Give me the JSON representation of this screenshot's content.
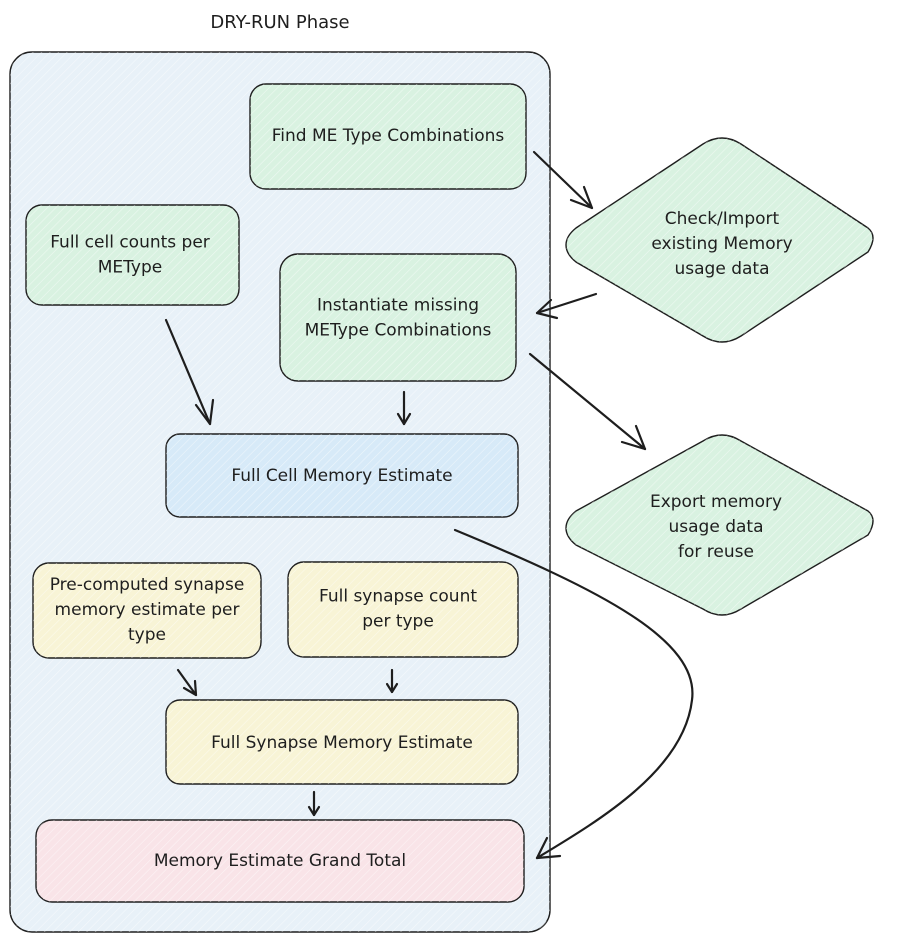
{
  "diagram": {
    "title": "DRY-RUN Phase",
    "colors": {
      "container": "#e8f1f8",
      "green": "#d9f2e1",
      "blue": "#d7eaf8",
      "yellow": "#f8f4d6",
      "pink": "#f9e4e8",
      "stroke": "#1e1e1e"
    },
    "nodes": {
      "find_me": {
        "lines": [
          "Find ME Type Combinations"
        ]
      },
      "check_import": {
        "lines": [
          "Check/Import",
          "existing Memory",
          "usage data"
        ]
      },
      "full_cell_counts": {
        "lines": [
          "Full cell counts per",
          "METype"
        ]
      },
      "instantiate": {
        "lines": [
          "Instantiate missing",
          "METype Combinations"
        ]
      },
      "full_cell_memory": {
        "lines": [
          "Full Cell Memory Estimate"
        ]
      },
      "export": {
        "lines": [
          "Export memory",
          "usage data",
          "for reuse"
        ]
      },
      "precomputed": {
        "lines": [
          "Pre-computed synapse",
          "memory estimate per",
          "type"
        ]
      },
      "synapse_count": {
        "lines": [
          "Full synapse count",
          "per type"
        ]
      },
      "synapse_memory": {
        "lines": [
          "Full Synapse Memory Estimate"
        ]
      },
      "grand_total": {
        "lines": [
          "Memory Estimate Grand Total"
        ]
      }
    }
  }
}
